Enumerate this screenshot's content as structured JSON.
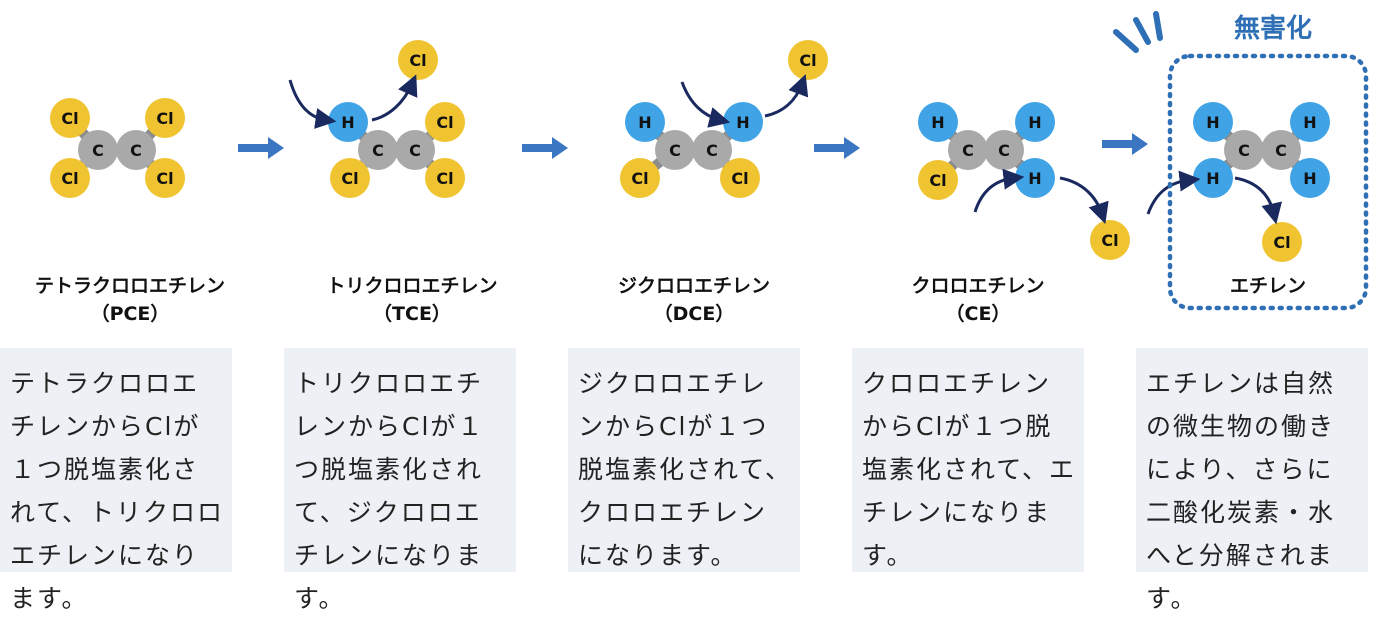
{
  "atoms": {
    "cl": "Cl",
    "c": "C",
    "h": "H"
  },
  "colors": {
    "cl": "#f0c431",
    "c": "#a9a9a9",
    "h": "#3fa3e6",
    "arrow": "#3b76c2",
    "curve": "#1a2a5e",
    "box": "#2e6fb5",
    "desc_bg": "#edf0f5"
  },
  "safe_label": "無害化",
  "stages": [
    {
      "name": "テトラクロロエチレン",
      "abbr": "（PCE）",
      "desc": "テトラクロロエチレンからClが１つ脱塩素化されて、トリクロロエチレンになります。"
    },
    {
      "name": "トリクロロエチレン",
      "abbr": "（TCE）",
      "desc": "トリクロロエチレンからClが１つ脱塩素化されて、ジクロロエチレンになります。"
    },
    {
      "name": "ジクロロエチレン",
      "abbr": "（DCE）",
      "desc": "ジクロロエチレンからClが１つ脱塩素化されて、クロロエチレンになります。"
    },
    {
      "name": "クロロエチレン",
      "abbr": "（CE）",
      "desc": "クロロエチレンからClが１つ脱塩素化されて、エチレンになります。"
    },
    {
      "name": "エチレン",
      "abbr": "",
      "desc": "エチレンは自然の微生物の働きにより、さらに二酸化炭素・水へと分解されます。"
    }
  ]
}
